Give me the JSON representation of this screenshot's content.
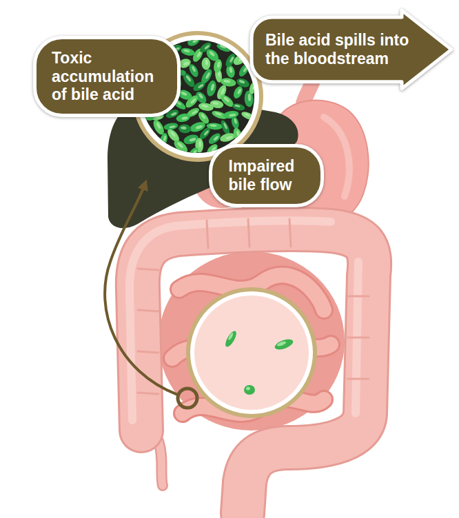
{
  "diagram": {
    "nodes": [
      {
        "text": [
          "Toxic accumulation of bile acid"
        ]
      },
      {
        "text": [
          "Bile acid spills into the bloodstream"
        ]
      },
      {
        "text": [
          "Impaired bile flow"
        ]
      }
    ]
  }
}
